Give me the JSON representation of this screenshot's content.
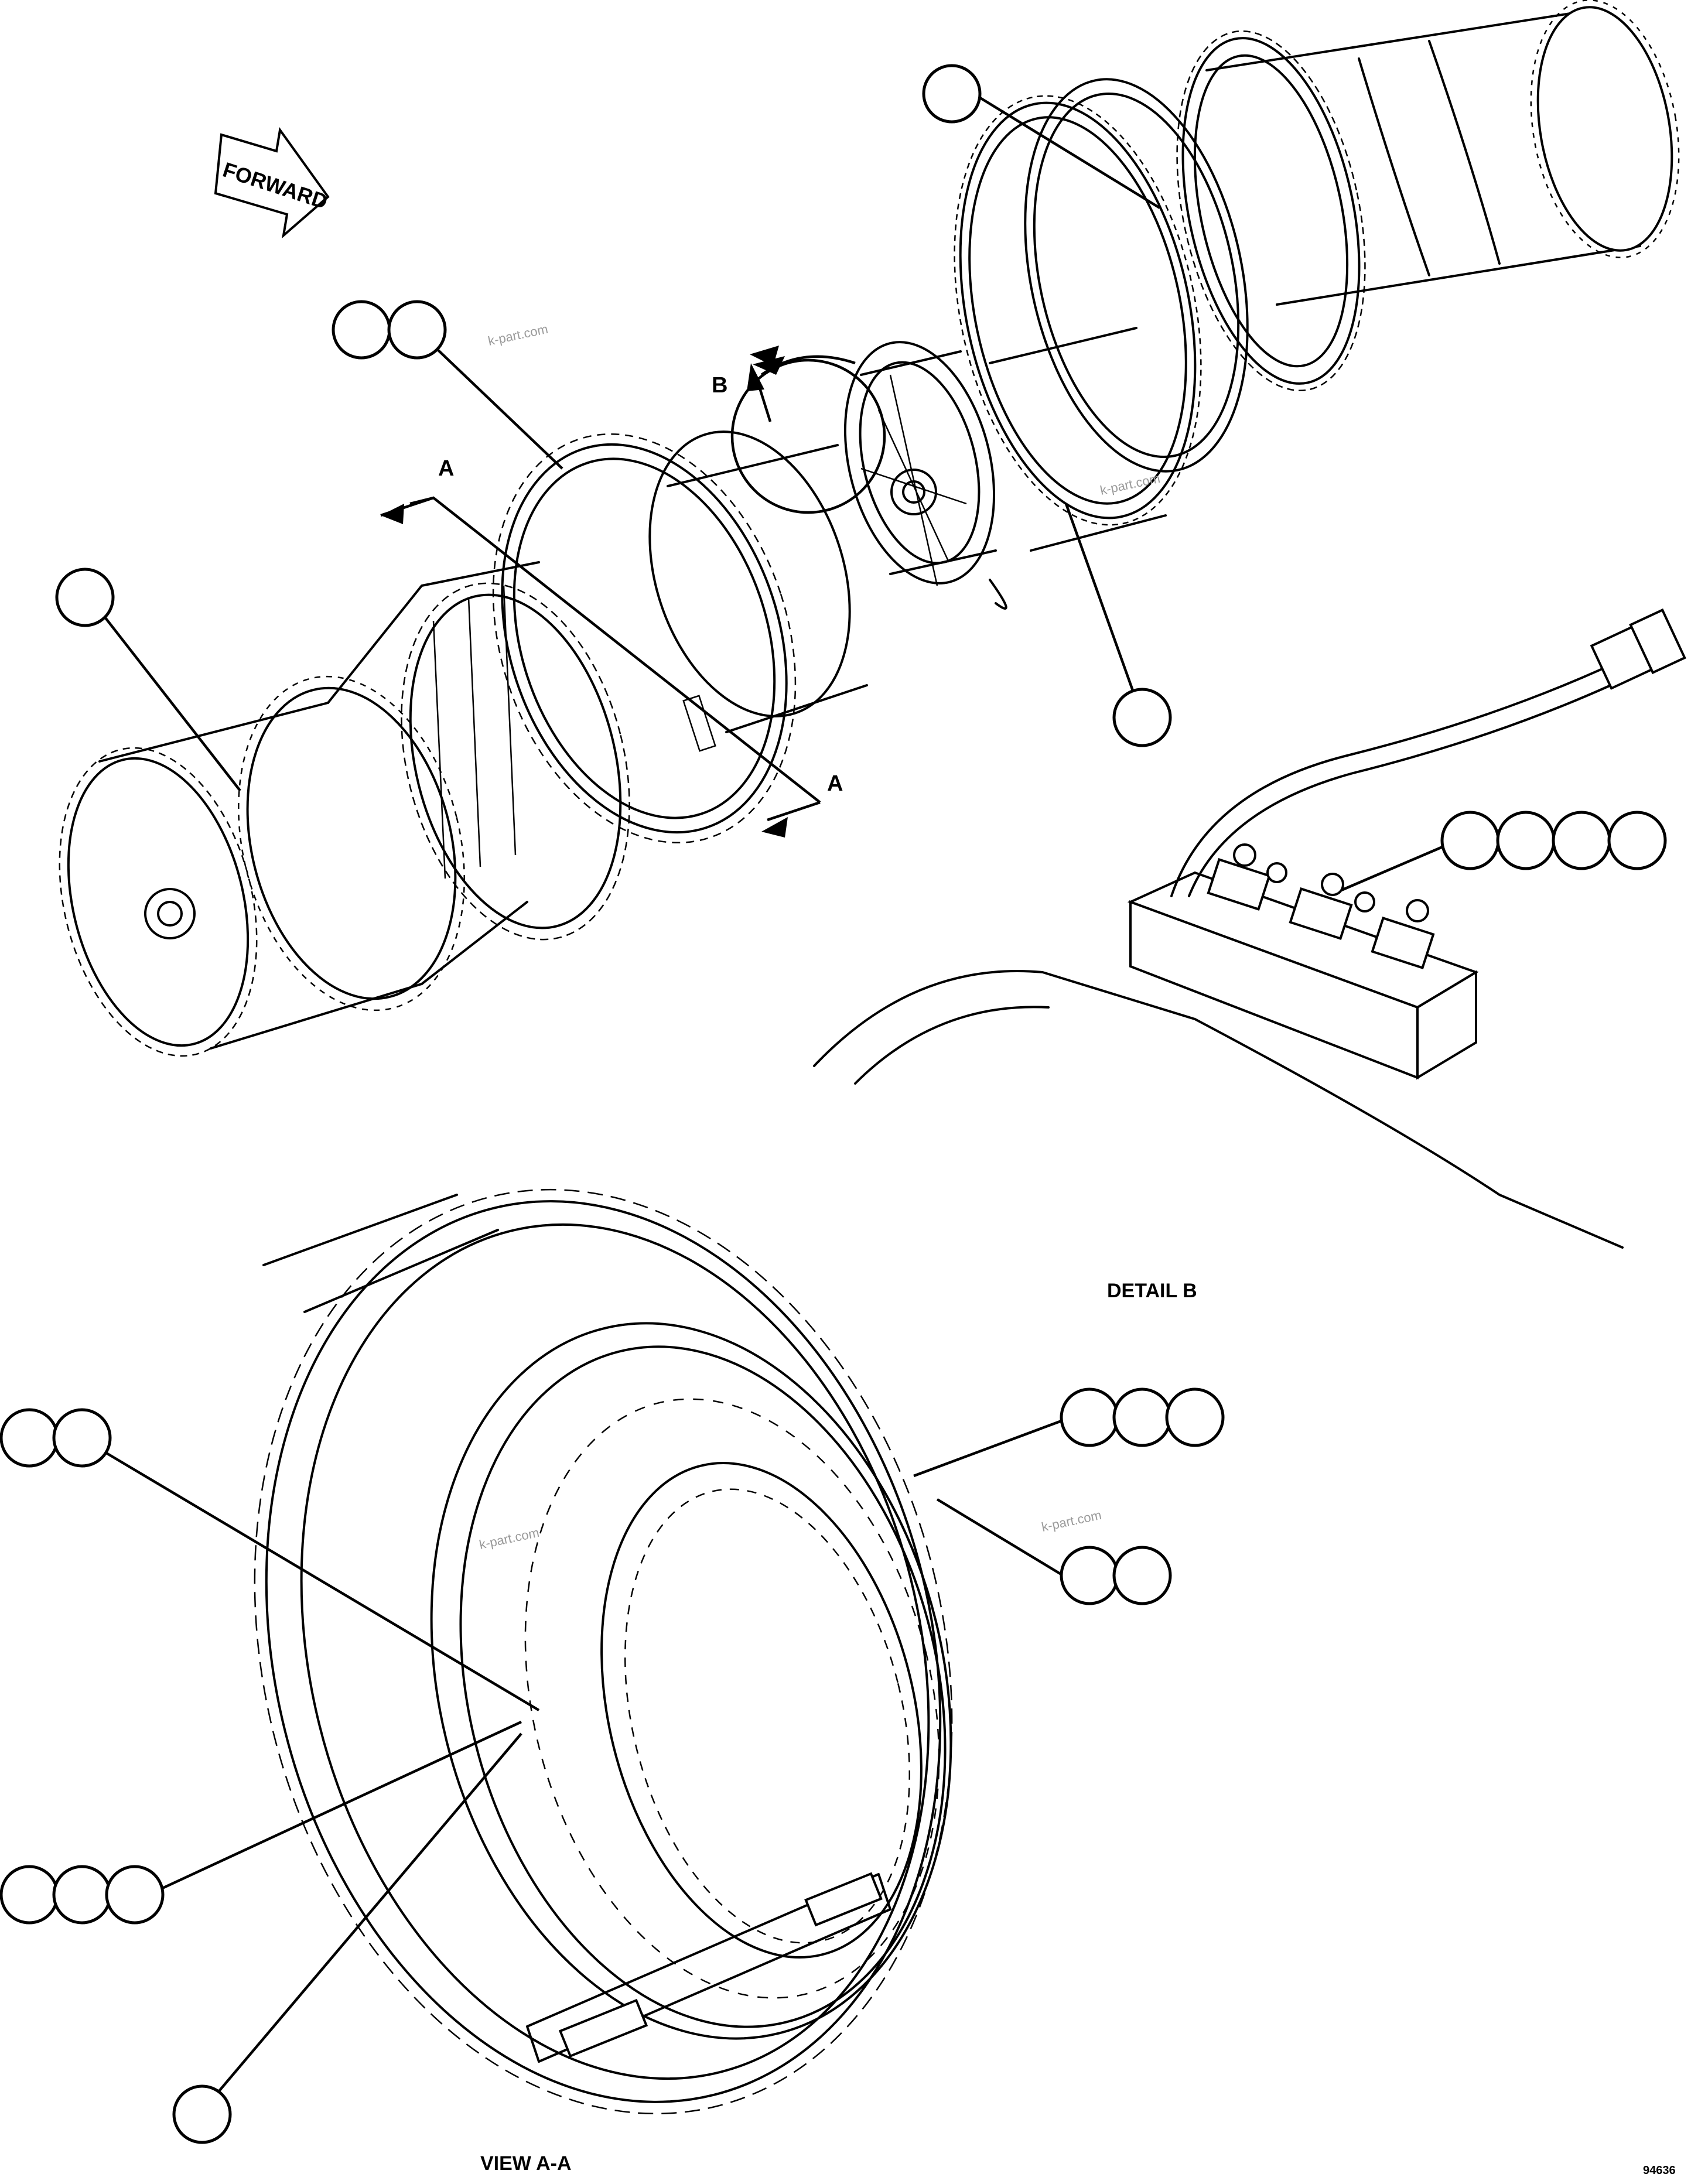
{
  "direction_arrow": {
    "label": "FORWARD"
  },
  "section_marks": {
    "a_top": "A",
    "a_bottom": "A",
    "b": "B"
  },
  "captions": {
    "detail_b": "DETAIL B",
    "view_aa": "VIEW A-A"
  },
  "watermarks": [
    "k-part.com",
    "k-part.com",
    "k-part.com",
    "k-part.com"
  ],
  "drawing_number": "94636",
  "callouts": [
    {
      "name": "callout-top-right",
      "balloons": 1
    },
    {
      "name": "callout-upper-left-pair",
      "balloons": 2
    },
    {
      "name": "callout-left-housing",
      "balloons": 1
    },
    {
      "name": "callout-center-housing",
      "balloons": 1
    },
    {
      "name": "callout-detail-b-hardware",
      "balloons": 4
    },
    {
      "name": "callout-view-aa-left-pair",
      "balloons": 2
    },
    {
      "name": "callout-view-aa-right-triple",
      "balloons": 3
    },
    {
      "name": "callout-view-aa-right-pair",
      "balloons": 2
    },
    {
      "name": "callout-view-aa-left-triple",
      "balloons": 3
    },
    {
      "name": "callout-view-aa-bottom",
      "balloons": 1
    }
  ]
}
